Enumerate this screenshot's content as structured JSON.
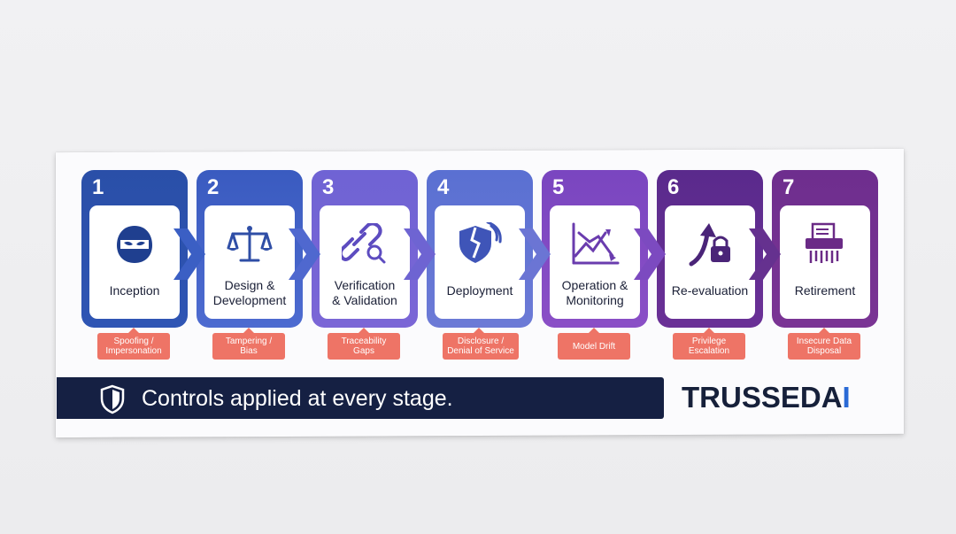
{
  "stages": [
    {
      "number": "1",
      "label_1": "Inception",
      "label_2": "",
      "icon": "mask-icon",
      "color": "#2a4fa8",
      "risk_1": "Spoofing /",
      "risk_2": "Impersonation"
    },
    {
      "number": "2",
      "label_1": "Design &",
      "label_2": "Development",
      "icon": "scales-icon",
      "color": "#3d5ec0",
      "risk_1": "Tampering /",
      "risk_2": "Bias"
    },
    {
      "number": "3",
      "label_1": "Verification",
      "label_2": "& Validation",
      "icon": "link-search-icon",
      "color": "#6e5fd0",
      "risk_1": "Traceability",
      "risk_2": "Gaps"
    },
    {
      "number": "4",
      "label_1": "Deployment",
      "label_2": "",
      "icon": "broken-shield-icon",
      "color": "#5a6ed0",
      "risk_1": "Disclosure /",
      "risk_2": "Denial of Service"
    },
    {
      "number": "5",
      "label_1": "Operation &",
      "label_2": "Monitoring",
      "icon": "drift-chart-icon",
      "color": "#7b4bbf",
      "risk_1": "Model Drift",
      "risk_2": ""
    },
    {
      "number": "6",
      "label_1": "Re-evaluation",
      "label_2": "",
      "icon": "escalation-lock-icon",
      "color": "#5e2d8f",
      "risk_1": "Privilege",
      "risk_2": "Escalation"
    },
    {
      "number": "7",
      "label_1": "Retirement",
      "label_2": "",
      "icon": "shredder-icon",
      "color": "#74308f",
      "risk_1": "Insecure Data",
      "risk_2": "Disposal"
    }
  ],
  "banner": {
    "text": "Controls applied at every stage."
  },
  "logo": {
    "text_main": "TRUSSED",
    "text_a": "A",
    "text_i": "I"
  }
}
